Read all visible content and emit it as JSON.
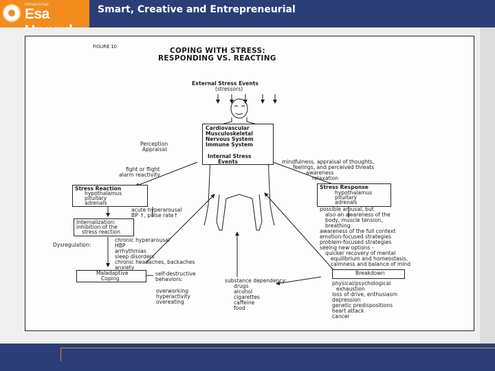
{
  "header": {
    "logo_small": "Universitas",
    "logo": "Esa Unggul",
    "tagline": "Smart, Creative and Entrepreneurial"
  },
  "figure": {
    "label": "FIGURE 10",
    "title1": "COPING WITH STRESS:",
    "title2": "RESPONDING VS. REACTING",
    "external1": "External Stress Events",
    "external2": "(stressors)",
    "body1": "Cardiovascular",
    "body2": "Musculoskeletal",
    "body3": "Nervous System",
    "body4": "Immune System",
    "internal1": "Internal Stress",
    "internal2": "Events",
    "perception1": "Perception",
    "perception2": "Appraisal",
    "fight1": "fight or flight",
    "fight2": "alarm reactivity",
    "mind1": "mindfulness, appraisal of thoughts,",
    "mind2": "feelings, and perceived threats",
    "mind3": "awareness",
    "mind4": "relaxation",
    "reaction": {
      "title": "Stress Reaction",
      "l1": "hypothalamus",
      "l2": "pituitary",
      "l3": "adrenals"
    },
    "acute1": "acute hyperarousal",
    "acute2": "BP ↑, pulse rate↑",
    "internal_box1": "Internalization:",
    "internal_box2": "inhibition of the",
    "internal_box3": "stress reaction",
    "dysreg": "Dysregulation:",
    "dys": [
      "chronic hyperarousal",
      "HBP",
      "arrhythmias",
      "sleep disorders",
      "chronic headaches, backaches",
      "anxiety"
    ],
    "maladaptive1": "Maladaptive",
    "maladaptive2": "Coping",
    "selfd1": "self-destructive",
    "selfd2": "behaviors:",
    "over": [
      "overworking",
      "hyperactivity",
      "overeating"
    ],
    "subst_title": "substance dependency:",
    "subst": [
      "drugs",
      "alcohol",
      "cigarettes",
      "caffeine",
      "food"
    ],
    "response": {
      "title": "Stress Response",
      "l1": "hypothalamus",
      "l2": "pituitary",
      "l3": "adrenals"
    },
    "possible": [
      "possible arousal, but",
      "also an awareness of the",
      "body, muscle tension,",
      "breathing"
    ],
    "aware": [
      "awareness of the full context",
      "emotion-focused strategies",
      "problem-focused strategies",
      "seeing new options -",
      "quicker recovery of mental",
      "equilibrium and homeostasis,",
      "calmness and balance of mind"
    ],
    "breakdown": "Breakdown",
    "break": [
      "physical/psychological",
      "exhaustion",
      "loss of drive, enthusiasm",
      "depression",
      "genetic predispositions",
      "heart attack",
      "cancer"
    ]
  }
}
